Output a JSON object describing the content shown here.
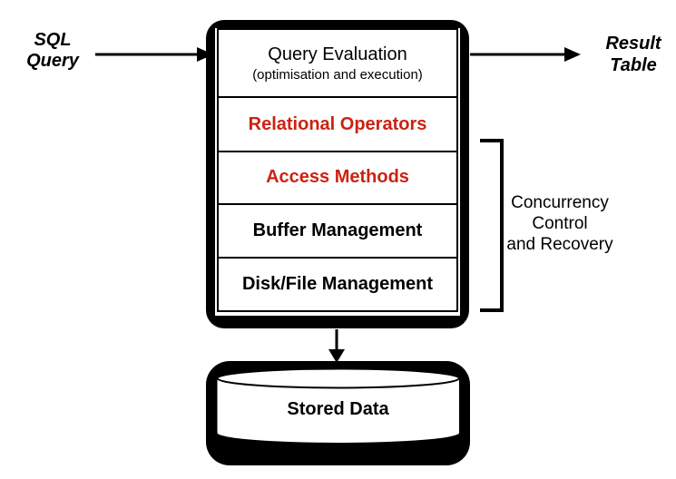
{
  "colors": {
    "background": "#ffffff",
    "ink": "#000000",
    "highlight_red": "#cc2211"
  },
  "io": {
    "input_label": "SQL\nQuery",
    "output_label": "Result\nTable"
  },
  "engine": {
    "layers": [
      {
        "title": "Query Evaluation",
        "subtitle": "(optimisation and execution)",
        "title_color": "#000000",
        "bold": false
      },
      {
        "title": "Relational Operators",
        "title_color": "#cc2211",
        "bold": true
      },
      {
        "title": "Access Methods",
        "title_color": "#cc2211",
        "bold": true
      },
      {
        "title": "Buffer Management",
        "title_color": "#000000",
        "bold": true
      },
      {
        "title": "Disk/File Management",
        "title_color": "#000000",
        "bold": true
      }
    ]
  },
  "annotation": {
    "text": "Concurrency\nControl\nand Recovery"
  },
  "storage": {
    "label": "Stored Data"
  }
}
